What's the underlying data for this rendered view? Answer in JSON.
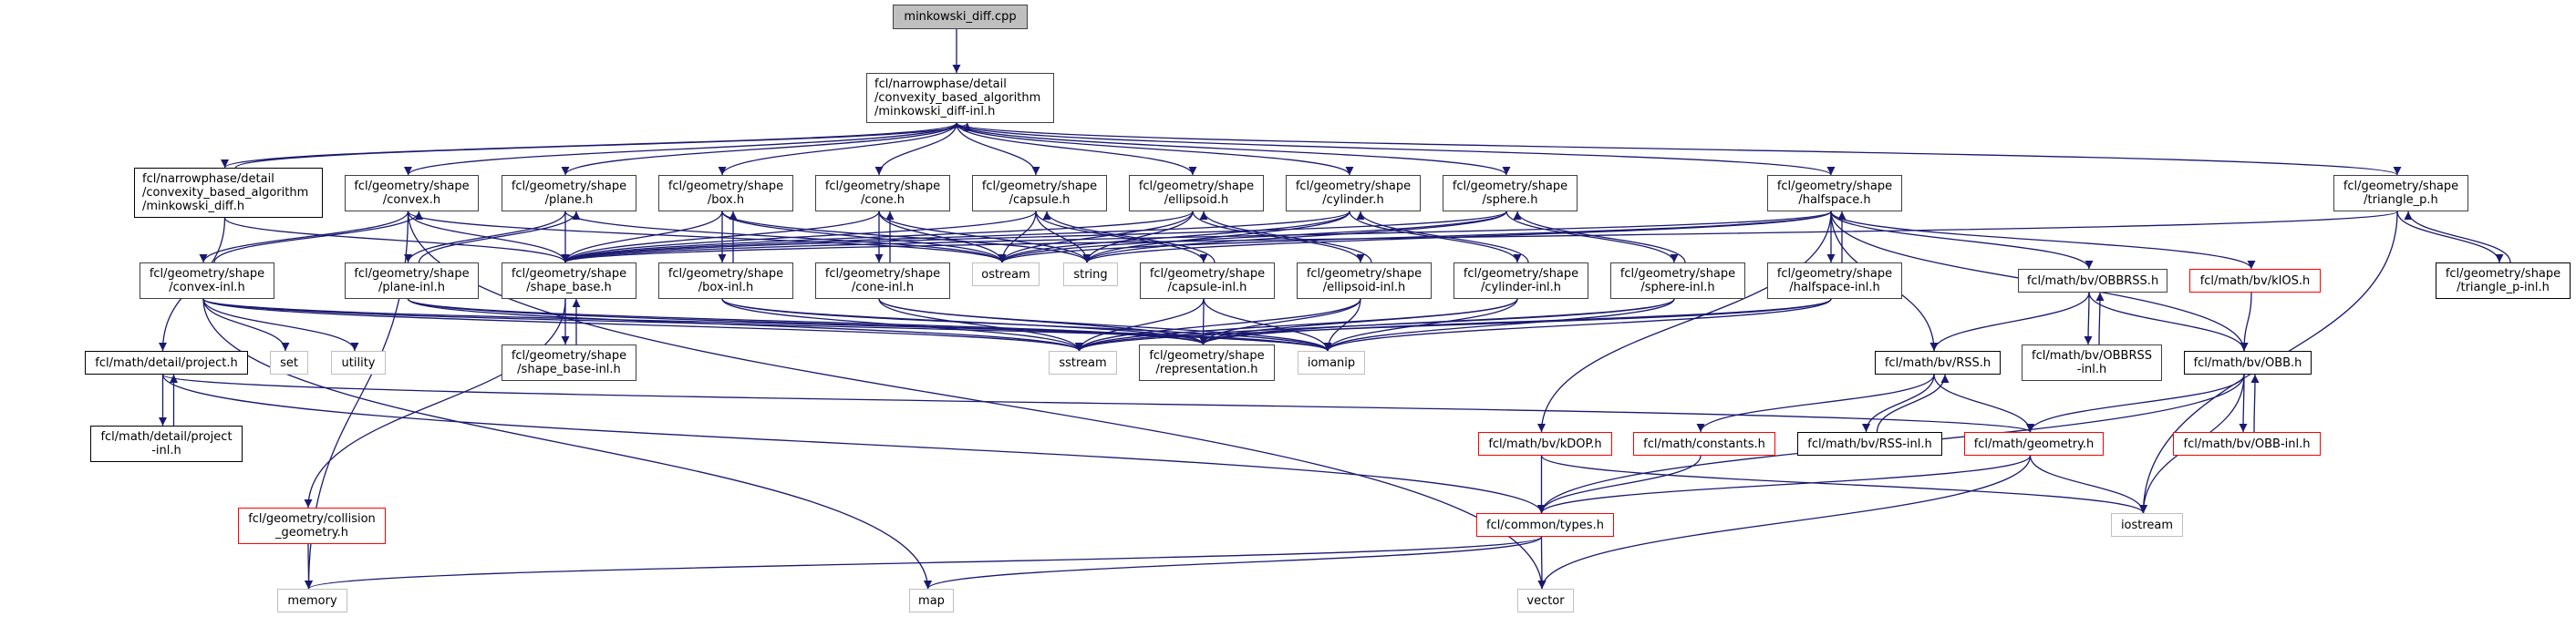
{
  "title": "minkowski_diff.cpp include dependency graph",
  "colors": {
    "edge": "#191970",
    "root_fill": "#bfbfbf",
    "node_border": "#404040",
    "external_border": "#bfbfbf",
    "undocumented_border": "#ff0000"
  },
  "nodes": [
    {
      "id": "cpp",
      "label": "minkowski_diff.cpp",
      "kind": "root"
    },
    {
      "id": "mdinl",
      "label": "fcl/narrowphase/detail\n/convexity_based_algorithm\n/minkowski_diff-inl.h",
      "kind": "node"
    },
    {
      "id": "mdh",
      "label": "fcl/narrowphase/detail\n/convexity_based_algorithm\n/minkowski_diff.h",
      "kind": "doc"
    },
    {
      "id": "convex",
      "label": "fcl/geometry/shape\n/convex.h",
      "kind": "node"
    },
    {
      "id": "plane",
      "label": "fcl/geometry/shape\n/plane.h",
      "kind": "node"
    },
    {
      "id": "box",
      "label": "fcl/geometry/shape\n/box.h",
      "kind": "node"
    },
    {
      "id": "cone",
      "label": "fcl/geometry/shape\n/cone.h",
      "kind": "node"
    },
    {
      "id": "capsule",
      "label": "fcl/geometry/shape\n/capsule.h",
      "kind": "node"
    },
    {
      "id": "ellipsoid",
      "label": "fcl/geometry/shape\n/ellipsoid.h",
      "kind": "node"
    },
    {
      "id": "cylinder",
      "label": "fcl/geometry/shape\n/cylinder.h",
      "kind": "node"
    },
    {
      "id": "sphere",
      "label": "fcl/geometry/shape\n/sphere.h",
      "kind": "node"
    },
    {
      "id": "halfspace",
      "label": "fcl/geometry/shape\n/halfspace.h",
      "kind": "node"
    },
    {
      "id": "trianglep",
      "label": "fcl/geometry/shape\n/triangle_p.h",
      "kind": "node"
    },
    {
      "id": "convexinl",
      "label": "fcl/geometry/shape\n/convex-inl.h",
      "kind": "node"
    },
    {
      "id": "planeinl",
      "label": "fcl/geometry/shape\n/plane-inl.h",
      "kind": "node"
    },
    {
      "id": "shapebase",
      "label": "fcl/geometry/shape\n/shape_base.h",
      "kind": "node"
    },
    {
      "id": "boxinl",
      "label": "fcl/geometry/shape\n/box-inl.h",
      "kind": "node"
    },
    {
      "id": "coneinl",
      "label": "fcl/geometry/shape\n/cone-inl.h",
      "kind": "node"
    },
    {
      "id": "ostream",
      "label": "ostream",
      "kind": "ext"
    },
    {
      "id": "string",
      "label": "string",
      "kind": "ext"
    },
    {
      "id": "capsuleinl",
      "label": "fcl/geometry/shape\n/capsule-inl.h",
      "kind": "node"
    },
    {
      "id": "ellipsoidinl",
      "label": "fcl/geometry/shape\n/ellipsoid-inl.h",
      "kind": "node"
    },
    {
      "id": "cylinderinl",
      "label": "fcl/geometry/shape\n/cylinder-inl.h",
      "kind": "node"
    },
    {
      "id": "sphereinl",
      "label": "fcl/geometry/shape\n/sphere-inl.h",
      "kind": "node"
    },
    {
      "id": "halfspaceinl",
      "label": "fcl/geometry/shape\n/halfspace-inl.h",
      "kind": "node"
    },
    {
      "id": "obbrss",
      "label": "fcl/math/bv/OBBRSS.h",
      "kind": "node"
    },
    {
      "id": "kios",
      "label": "fcl/math/bv/kIOS.h",
      "kind": "red"
    },
    {
      "id": "trianglepinl",
      "label": "fcl/geometry/shape\n/triangle_p-inl.h",
      "kind": "doc"
    },
    {
      "id": "project",
      "label": "fcl/math/detail/project.h",
      "kind": "doc"
    },
    {
      "id": "set",
      "label": "set",
      "kind": "ext"
    },
    {
      "id": "utility",
      "label": "utility",
      "kind": "ext"
    },
    {
      "id": "sstream",
      "label": "sstream",
      "kind": "ext"
    },
    {
      "id": "representation",
      "label": "fcl/geometry/shape\n/representation.h",
      "kind": "node"
    },
    {
      "id": "iomanip",
      "label": "iomanip",
      "kind": "ext"
    },
    {
      "id": "shapebaseinl",
      "label": "fcl/geometry/shape\n/shape_base-inl.h",
      "kind": "node"
    },
    {
      "id": "rss",
      "label": "fcl/math/bv/RSS.h",
      "kind": "doc"
    },
    {
      "id": "obbrssinl",
      "label": "fcl/math/bv/OBBRSS\n-inl.h",
      "kind": "node"
    },
    {
      "id": "obb",
      "label": "fcl/math/bv/OBB.h",
      "kind": "doc"
    },
    {
      "id": "projectinl",
      "label": "fcl/math/detail/project\n-inl.h",
      "kind": "doc"
    },
    {
      "id": "kdop",
      "label": "fcl/math/bv/kDOP.h",
      "kind": "red"
    },
    {
      "id": "constants",
      "label": "fcl/math/constants.h",
      "kind": "red"
    },
    {
      "id": "rssinl",
      "label": "fcl/math/bv/RSS-inl.h",
      "kind": "doc"
    },
    {
      "id": "geometry",
      "label": "fcl/math/geometry.h",
      "kind": "red"
    },
    {
      "id": "obbinl",
      "label": "fcl/math/bv/OBB-inl.h",
      "kind": "red"
    },
    {
      "id": "collgeom",
      "label": "fcl/geometry/collision\n_geometry.h",
      "kind": "red"
    },
    {
      "id": "types",
      "label": "fcl/common/types.h",
      "kind": "red"
    },
    {
      "id": "iostream",
      "label": "iostream",
      "kind": "ext"
    },
    {
      "id": "memory",
      "label": "memory",
      "kind": "ext"
    },
    {
      "id": "map",
      "label": "map",
      "kind": "ext"
    },
    {
      "id": "vector",
      "label": "vector",
      "kind": "ext"
    }
  ],
  "edges": [
    [
      "cpp",
      "mdinl"
    ],
    [
      "mdinl",
      "mdh"
    ],
    [
      "mdh",
      "mdinl"
    ],
    [
      "mdinl",
      "convex"
    ],
    [
      "mdinl",
      "plane"
    ],
    [
      "mdinl",
      "box"
    ],
    [
      "mdinl",
      "cone"
    ],
    [
      "mdinl",
      "capsule"
    ],
    [
      "mdinl",
      "ellipsoid"
    ],
    [
      "mdinl",
      "cylinder"
    ],
    [
      "mdinl",
      "sphere"
    ],
    [
      "mdinl",
      "halfspace"
    ],
    [
      "mdinl",
      "trianglep"
    ],
    [
      "mdh",
      "shapebase"
    ],
    [
      "mdh",
      "project"
    ],
    [
      "convex",
      "convexinl"
    ],
    [
      "convexinl",
      "convex"
    ],
    [
      "convex",
      "shapebase"
    ],
    [
      "convex",
      "ostream"
    ],
    [
      "convex",
      "memory"
    ],
    [
      "convex",
      "vector"
    ],
    [
      "plane",
      "planeinl"
    ],
    [
      "planeinl",
      "plane"
    ],
    [
      "plane",
      "shapebase"
    ],
    [
      "plane",
      "ostream"
    ],
    [
      "box",
      "boxinl"
    ],
    [
      "boxinl",
      "box"
    ],
    [
      "box",
      "shapebase"
    ],
    [
      "box",
      "ostream"
    ],
    [
      "box",
      "string"
    ],
    [
      "cone",
      "coneinl"
    ],
    [
      "coneinl",
      "cone"
    ],
    [
      "cone",
      "shapebase"
    ],
    [
      "cone",
      "ostream"
    ],
    [
      "cone",
      "string"
    ],
    [
      "capsule",
      "capsuleinl"
    ],
    [
      "capsuleinl",
      "capsule"
    ],
    [
      "capsule",
      "shapebase"
    ],
    [
      "capsule",
      "ostream"
    ],
    [
      "capsule",
      "string"
    ],
    [
      "ellipsoid",
      "ellipsoidinl"
    ],
    [
      "ellipsoidinl",
      "ellipsoid"
    ],
    [
      "ellipsoid",
      "shapebase"
    ],
    [
      "ellipsoid",
      "ostream"
    ],
    [
      "ellipsoid",
      "string"
    ],
    [
      "cylinder",
      "cylinderinl"
    ],
    [
      "cylinderinl",
      "cylinder"
    ],
    [
      "cylinder",
      "shapebase"
    ],
    [
      "cylinder",
      "ostream"
    ],
    [
      "cylinder",
      "string"
    ],
    [
      "sphere",
      "sphereinl"
    ],
    [
      "sphereinl",
      "sphere"
    ],
    [
      "sphere",
      "shapebase"
    ],
    [
      "sphere",
      "ostream"
    ],
    [
      "sphere",
      "string"
    ],
    [
      "halfspace",
      "halfspaceinl"
    ],
    [
      "halfspaceinl",
      "halfspace"
    ],
    [
      "halfspace",
      "shapebase"
    ],
    [
      "halfspace",
      "ostream"
    ],
    [
      "halfspace",
      "string"
    ],
    [
      "halfspace",
      "obbrss"
    ],
    [
      "halfspace",
      "kios"
    ],
    [
      "halfspace",
      "rss"
    ],
    [
      "halfspace",
      "obb"
    ],
    [
      "halfspace",
      "kdop"
    ],
    [
      "trianglep",
      "trianglepinl"
    ],
    [
      "trianglepinl",
      "trianglep"
    ],
    [
      "trianglep",
      "shapebase"
    ],
    [
      "trianglep",
      "iostream"
    ],
    [
      "convexinl",
      "set"
    ],
    [
      "convexinl",
      "utility"
    ],
    [
      "convexinl",
      "sstream"
    ],
    [
      "convexinl",
      "iomanip"
    ],
    [
      "convexinl",
      "representation"
    ],
    [
      "convexinl",
      "map"
    ],
    [
      "planeinl",
      "sstream"
    ],
    [
      "planeinl",
      "iomanip"
    ],
    [
      "planeinl",
      "representation"
    ],
    [
      "boxinl",
      "sstream"
    ],
    [
      "boxinl",
      "iomanip"
    ],
    [
      "boxinl",
      "representation"
    ],
    [
      "coneinl",
      "sstream"
    ],
    [
      "coneinl",
      "iomanip"
    ],
    [
      "coneinl",
      "representation"
    ],
    [
      "capsuleinl",
      "sstream"
    ],
    [
      "capsuleinl",
      "iomanip"
    ],
    [
      "capsuleinl",
      "representation"
    ],
    [
      "ellipsoidinl",
      "sstream"
    ],
    [
      "ellipsoidinl",
      "iomanip"
    ],
    [
      "ellipsoidinl",
      "representation"
    ],
    [
      "cylinderinl",
      "sstream"
    ],
    [
      "cylinderinl",
      "iomanip"
    ],
    [
      "cylinderinl",
      "representation"
    ],
    [
      "sphereinl",
      "sstream"
    ],
    [
      "sphereinl",
      "iomanip"
    ],
    [
      "sphereinl",
      "representation"
    ],
    [
      "halfspaceinl",
      "sstream"
    ],
    [
      "halfspaceinl",
      "iomanip"
    ],
    [
      "halfspaceinl",
      "representation"
    ],
    [
      "shapebase",
      "shapebaseinl"
    ],
    [
      "shapebaseinl",
      "shapebase"
    ],
    [
      "shapebase",
      "collgeom"
    ],
    [
      "obbrss",
      "obbrssinl"
    ],
    [
      "obbrssinl",
      "obbrss"
    ],
    [
      "obbrss",
      "rss"
    ],
    [
      "obbrss",
      "obb"
    ],
    [
      "kios",
      "obb"
    ],
    [
      "project",
      "projectinl"
    ],
    [
      "projectinl",
      "project"
    ],
    [
      "project",
      "geometry"
    ],
    [
      "project",
      "types"
    ],
    [
      "rss",
      "rssinl"
    ],
    [
      "rssinl",
      "rss"
    ],
    [
      "rss",
      "geometry"
    ],
    [
      "rss",
      "constants"
    ],
    [
      "obb",
      "obbinl"
    ],
    [
      "obbinl",
      "obb"
    ],
    [
      "obb",
      "geometry"
    ],
    [
      "obb",
      "iostream"
    ],
    [
      "obb",
      "types"
    ],
    [
      "kdop",
      "types"
    ],
    [
      "kdop",
      "iostream"
    ],
    [
      "constants",
      "types"
    ],
    [
      "geometry",
      "types"
    ],
    [
      "geometry",
      "iostream"
    ],
    [
      "geometry",
      "vector"
    ],
    [
      "collgeom",
      "memory"
    ],
    [
      "types",
      "memory"
    ],
    [
      "types",
      "map"
    ],
    [
      "types",
      "vector"
    ]
  ]
}
